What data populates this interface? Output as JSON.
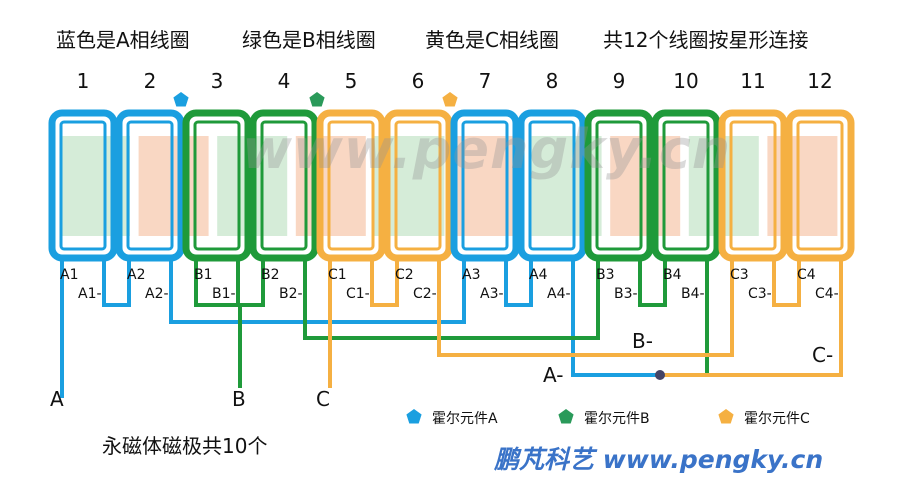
{
  "title": {
    "phase_a": "蓝色是A相线圈",
    "phase_b": "绿色是B相线圈",
    "phase_c": "黄色是C相线圈",
    "summary": "共12个线圈按星形连接"
  },
  "colors": {
    "blue": "#1a9fe0",
    "green": "#1f9a3a",
    "yellow": "#f5b042",
    "magnet_green": "#d5ecd8",
    "magnet_orange": "#f9d7c3",
    "junction": "#444466"
  },
  "coils": [
    {
      "number": "1",
      "phase": "A",
      "start": "A1",
      "end": "A1-"
    },
    {
      "number": "2",
      "phase": "A",
      "start": "A2",
      "end": "A2-"
    },
    {
      "number": "3",
      "phase": "B",
      "start": "B1",
      "end": "B1-"
    },
    {
      "number": "4",
      "phase": "B",
      "start": "B2",
      "end": "B2-"
    },
    {
      "number": "5",
      "phase": "C",
      "start": "C1",
      "end": "C1-"
    },
    {
      "number": "6",
      "phase": "C",
      "start": "C2",
      "end": "C2-"
    },
    {
      "number": "7",
      "phase": "A",
      "start": "A3",
      "end": "A3-"
    },
    {
      "number": "8",
      "phase": "A",
      "start": "A4",
      "end": "A4-"
    },
    {
      "number": "9",
      "phase": "B",
      "start": "B3",
      "end": "B3-"
    },
    {
      "number": "10",
      "phase": "B",
      "start": "B4",
      "end": "B4-"
    },
    {
      "number": "11",
      "phase": "C",
      "start": "C3",
      "end": "C3-"
    },
    {
      "number": "12",
      "phase": "C",
      "start": "C4",
      "end": "C4-"
    }
  ],
  "magnets": [
    "green",
    "orange",
    "green",
    "orange",
    "green",
    "orange",
    "green",
    "orange",
    "green",
    "orange"
  ],
  "terminals": {
    "a_out": "A",
    "b_out": "B",
    "c_out": "C",
    "a_neutral": "A-",
    "b_neutral": "B-",
    "c_neutral": "C-"
  },
  "legend": [
    {
      "label": "霍尔元件A",
      "color": "#1a9fe0"
    },
    {
      "label": "霍尔元件B",
      "color": "#2a9a5a"
    },
    {
      "label": "霍尔元件C",
      "color": "#f5b042"
    }
  ],
  "footer": {
    "magnets_note": "永磁体磁极共10个",
    "brand": "鹏芃科艺 www.pengky.cn"
  },
  "watermark": "www.pengky.cn"
}
